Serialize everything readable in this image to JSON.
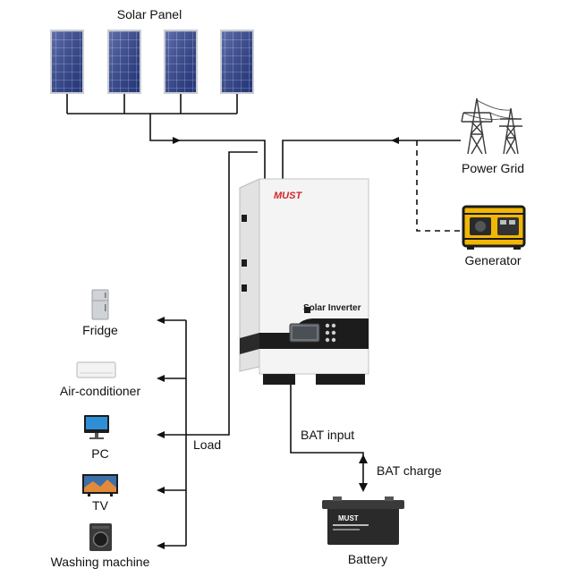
{
  "labels": {
    "solar_panel": "Solar Panel",
    "power_grid": "Power Grid",
    "generator": "Generator",
    "fridge": "Fridge",
    "air_conditioner": "Air-conditioner",
    "pc": "PC",
    "tv": "TV",
    "washing_machine": "Washing machine",
    "load": "Load",
    "bat_input": "BAT input",
    "bat_charge": "BAT charge",
    "battery": "Battery"
  },
  "inverter": {
    "brand": "MUST",
    "model_label": "Solar Inverter"
  },
  "battery_unit": {
    "brand": "MUST"
  },
  "colors": {
    "line": "#111111",
    "panel_blue": "#2b3f8f",
    "panel_frame": "#c9ccd2",
    "brand_red": "#d2232a",
    "inverter_body": "#f4f4f4",
    "inverter_band": "#1c1c1c",
    "generator_yellow": "#f2b705",
    "battery_body": "#2a2a2a"
  }
}
